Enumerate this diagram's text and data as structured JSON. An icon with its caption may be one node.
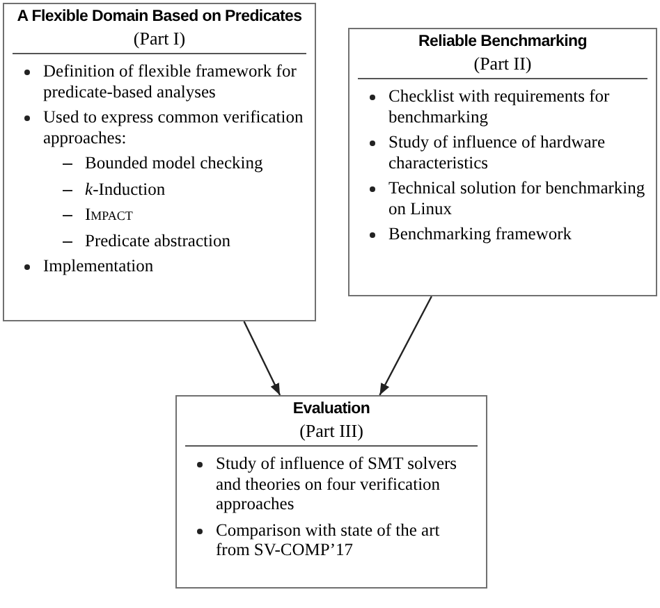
{
  "diagram": {
    "nodes": [
      {
        "text": [
          "A Flexible Domain Based on Predicates",
          "(Part I)",
          "Definition of flexible framework for predicate-based analyses",
          "Used to express common verification approaches:",
          "Bounded model checking",
          "*k*-Induction",
          "Impact",
          "Predicate abstraction",
          "Implementation"
        ]
      },
      {
        "text": [
          "Reliable Benchmarking",
          "(Part II)",
          "Checklist with requirements for benchmarking",
          "Study of influence of hardware characteristics",
          "Technical solution for benchmarking on Linux",
          "Benchmarking framework"
        ]
      },
      {
        "text": [
          "Evaluation",
          "(Part III)",
          "Study of influence of SMT solvers and theories on four verification approaches",
          "Comparison with state of the art from SV-COMP’17"
        ]
      }
    ],
    "edges": [
      {
        "from": 0,
        "to": 2,
        "arrow": "to"
      },
      {
        "from": 1,
        "to": 2,
        "arrow": "to"
      }
    ]
  }
}
